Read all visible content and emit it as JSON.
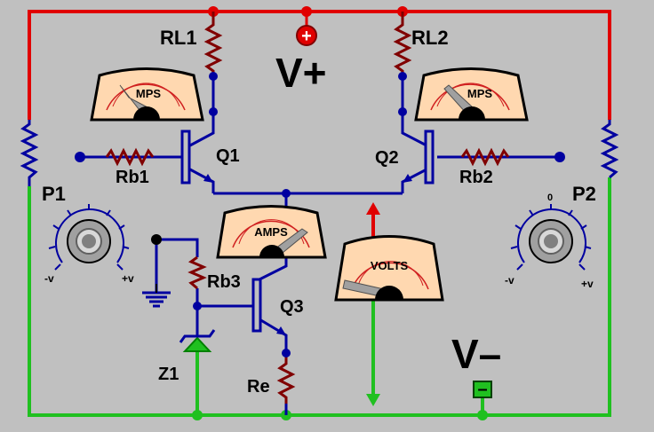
{
  "labels": {
    "rl1": "RL1",
    "rl2": "RL2",
    "q1": "Q1",
    "q2": "Q2",
    "q3": "Q3",
    "rb1": "Rb1",
    "rb2": "Rb2",
    "rb3": "Rb3",
    "re": "Re",
    "z1": "Z1",
    "p1": "P1",
    "p2": "P2",
    "vplus": "V+",
    "vminus": "V–",
    "plus_sign": "+",
    "minus_sign": "–"
  },
  "meters": {
    "amps_left": "MPS",
    "amps_right": "MPS",
    "amps_center": "AMPS",
    "volts": "VOLTS"
  },
  "pots": {
    "p1_minus": "-v",
    "p1_plus": "+v",
    "p2_minus": "-v",
    "p2_plus": "+v",
    "p2_zero": "0"
  },
  "colors": {
    "positive_rail": "#e00000",
    "negative_rail": "#20c020",
    "wire": "#0000a0",
    "component": "#800000",
    "meter_face": "#ffd8b0",
    "background": "#c0c0c0"
  }
}
